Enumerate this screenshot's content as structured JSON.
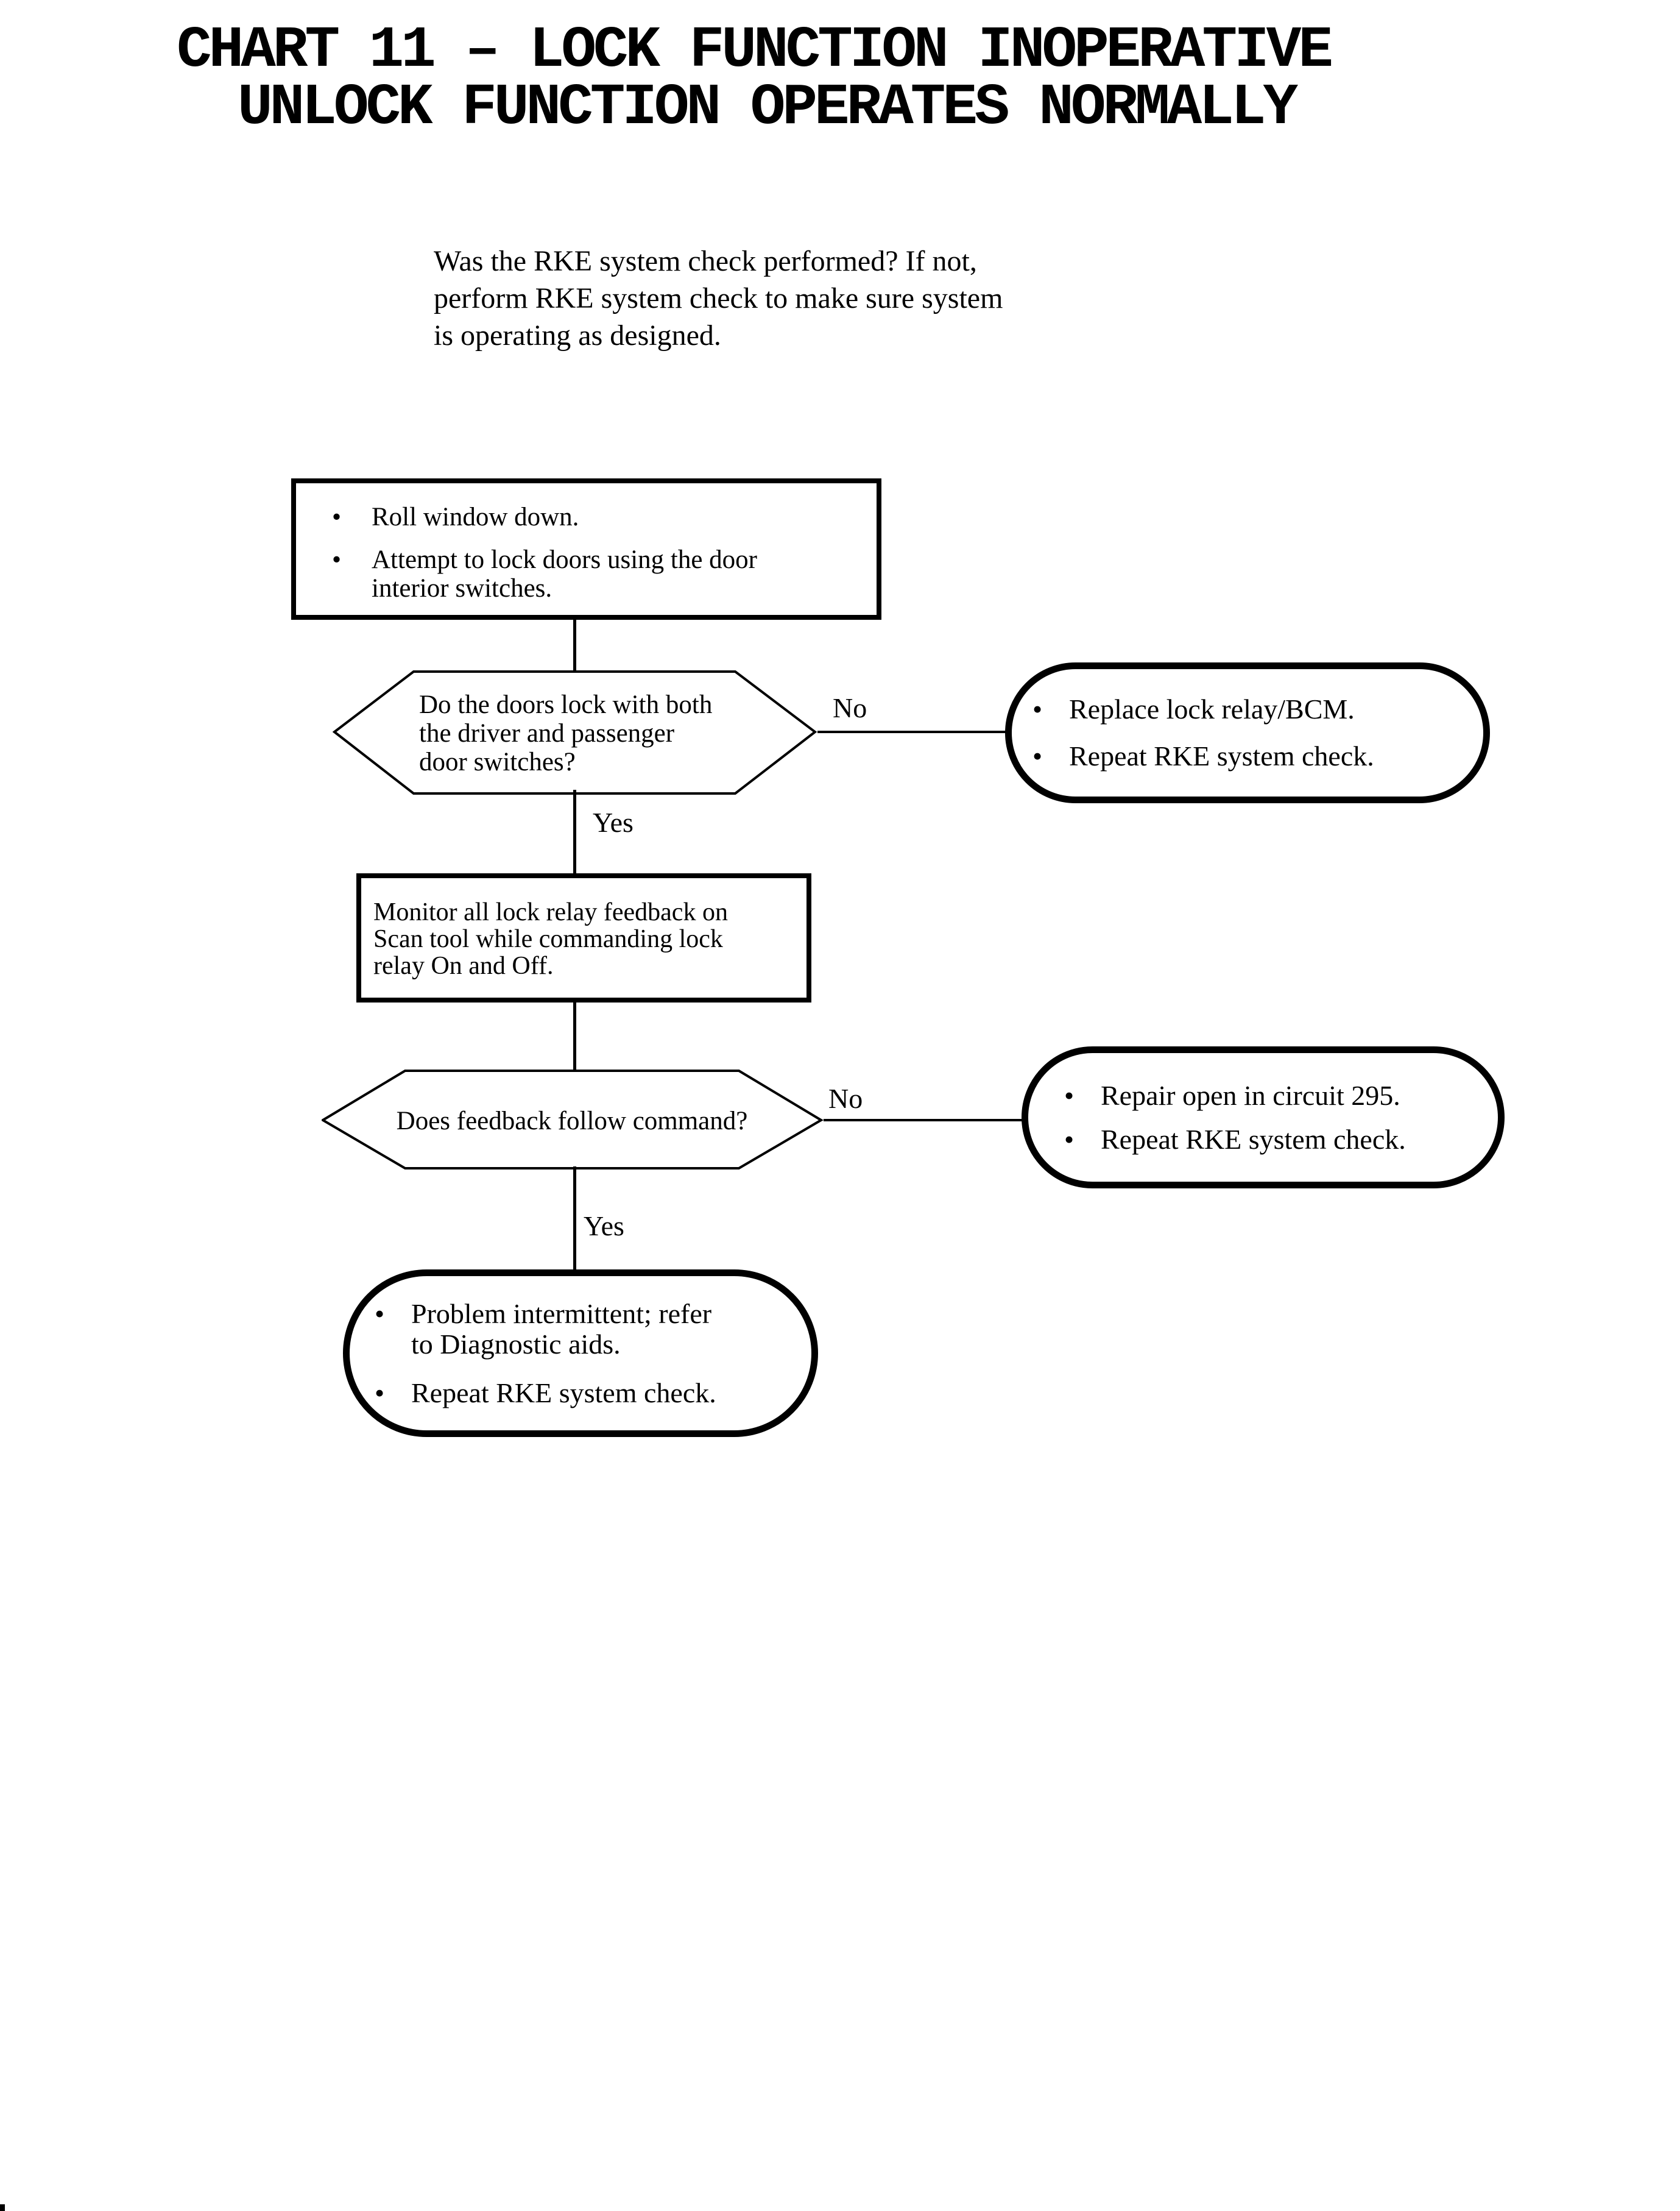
{
  "colors": {
    "ink": "#000000",
    "paper": "#ffffff"
  },
  "glyphs": {
    "bullet": "•"
  },
  "title": {
    "line1": "CHART 11 – LOCK FUNCTION INOPERATIVE",
    "line2": "UNLOCK FUNCTION OPERATES NORMALLY"
  },
  "intro": {
    "text": "Was the RKE system check performed? If not,\nperform RKE system check to make sure system\nis operating as designed."
  },
  "flow": {
    "step1": {
      "bullets": [
        "Roll window down.",
        "Attempt to lock doors using the door\ninterior switches."
      ]
    },
    "decision1": {
      "question": "Do the doors lock with both\nthe driver and passenger\ndoor switches?",
      "no_label": "No",
      "yes_label": "Yes"
    },
    "outcome1": {
      "bullets": [
        "Replace lock relay/BCM.",
        "Repeat RKE system check."
      ]
    },
    "step2": {
      "text": "Monitor all lock relay feedback on\nScan tool while commanding lock\nrelay On and Off."
    },
    "decision2": {
      "question": "Does feedback follow command?",
      "no_label": "No",
      "yes_label": "Yes"
    },
    "outcome2": {
      "bullets": [
        "Repair open in circuit 295.",
        "Repeat RKE system check."
      ]
    },
    "outcome3": {
      "bullets": [
        "Problem intermittent; refer\nto Diagnostic aids.",
        "Repeat RKE system check."
      ]
    }
  }
}
